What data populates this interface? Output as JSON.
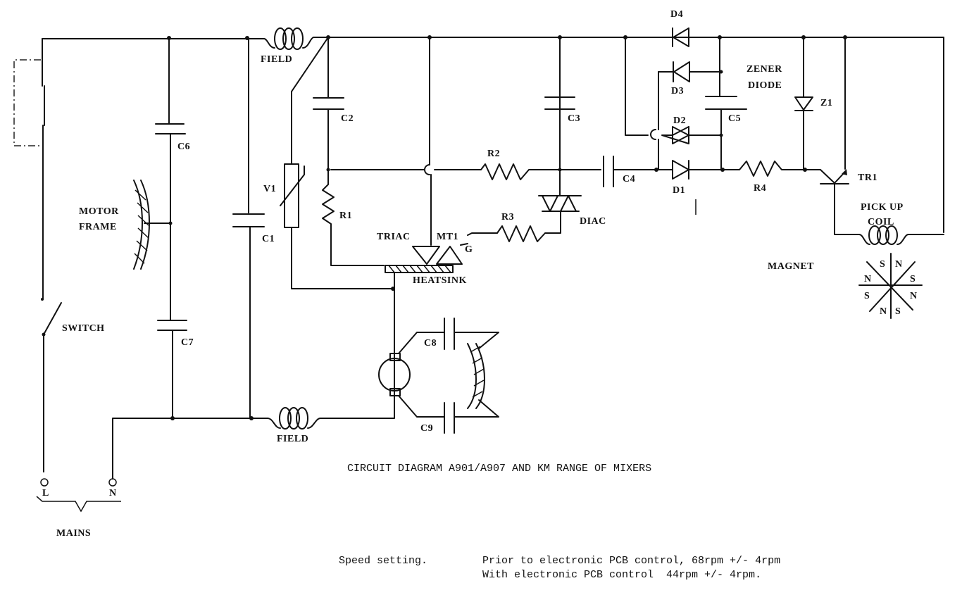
{
  "title": "CIRCUIT DIAGRAM A901/A907 AND KM RANGE OF MIXERS",
  "components": {
    "field_top": "FIELD",
    "field_bottom": "FIELD",
    "c1": "C1",
    "c2": "C2",
    "c3": "C3",
    "c4": "C4",
    "c5": "C5",
    "c6": "C6",
    "c7": "C7",
    "c8": "C8",
    "c9": "C9",
    "r1": "R1",
    "r2": "R2",
    "r3": "R3",
    "r4": "R4",
    "v1": "V1",
    "d1": "D1",
    "d2": "D2",
    "d3": "D3",
    "d4": "D4",
    "z1": "Z1",
    "zener_line1": "ZENER",
    "zener_line2": "DIODE",
    "tr1": "TR1",
    "diac": "DIAC",
    "triac": "TRIAC",
    "mt1": "MT1",
    "gate": "G",
    "heatsink": "HEATSINK",
    "motor_frame_line1": "MOTOR",
    "motor_frame_line2": "FRAME",
    "switch": "SWITCH",
    "pickup_line1": "PICK UP",
    "pickup_line2": "COIL",
    "magnet": "MAGNET",
    "mains": "MAINS",
    "live": "L",
    "neutral": "N"
  },
  "magnet_poles": [
    "S",
    "N",
    "N",
    "S",
    "S",
    "N",
    "N",
    "S"
  ],
  "notes": {
    "label": "Speed setting.",
    "line1": "Prior to electronic PCB control, 68rpm +/- 4rpm",
    "line2": "With electronic PCB control  44rpm +/- 4rpm."
  }
}
